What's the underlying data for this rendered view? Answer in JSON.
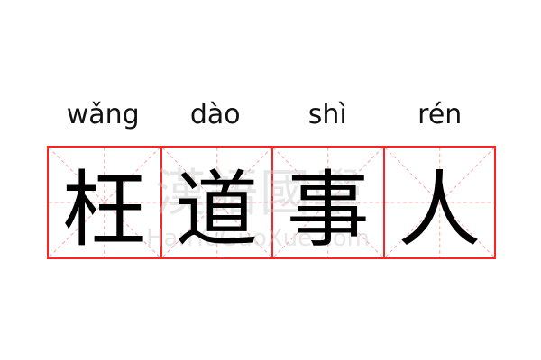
{
  "entry": {
    "pinyin": [
      "wǎng",
      "dào",
      "shì",
      "rén"
    ],
    "characters": [
      "枉",
      "道",
      "事",
      "人"
    ]
  },
  "watermark": {
    "chinese": "漢語國學",
    "latin": "HanYuGuoXue.com"
  },
  "colors": {
    "grid_border": "#ff2222",
    "guide_lines": "#f8a0a0",
    "text": "#000000"
  }
}
